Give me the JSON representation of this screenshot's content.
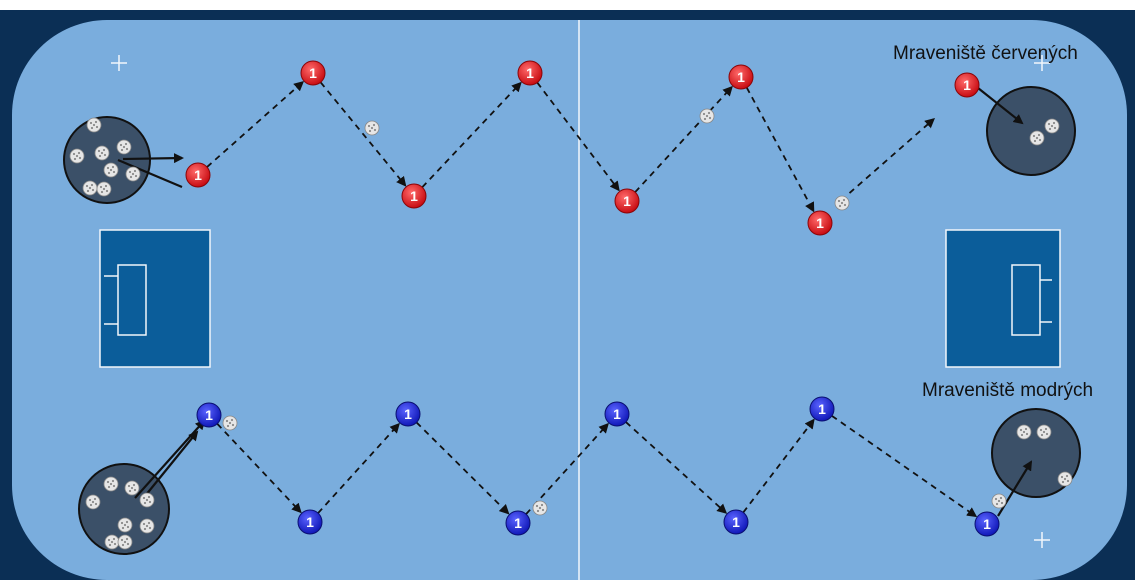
{
  "colors": {
    "frame": "#0b2f55",
    "floor": "#7aaddd",
    "line": "#f2f6fb",
    "goal_area": "#0b5d9a",
    "nest_fill": "#3b5068",
    "red_player": "#e2131a",
    "blue_player": "#1a22d8",
    "ball": "#e6e6e6",
    "arrow": "#111111"
  },
  "labels": {
    "red_nest": "Mraveniště červených",
    "blue_nest": "Mraveniště modrých"
  },
  "player_number": "1",
  "ball_icon": "floorball-ball-icon",
  "player_icon": "numbered-player-icon"
}
